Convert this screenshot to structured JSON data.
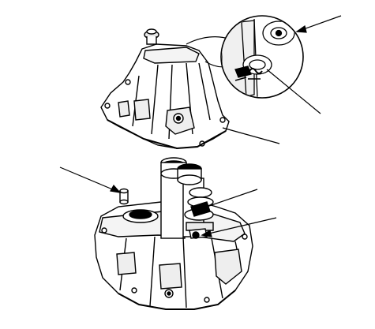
{
  "figure": {
    "description_visible_text": "",
    "style": {
      "ink": "#000000",
      "paper": "#ffffff",
      "shade": "#d9d9d9"
    },
    "callouts": [
      {
        "id": "callout-top-right"
      },
      {
        "id": "callout-inset-lower"
      },
      {
        "id": "callout-housing-right"
      },
      {
        "id": "callout-left-dowel"
      },
      {
        "id": "callout-mid-right"
      },
      {
        "id": "callout-lower-right"
      }
    ],
    "icons": [
      "magnifier-inset-icon",
      "arrow-icon"
    ]
  }
}
